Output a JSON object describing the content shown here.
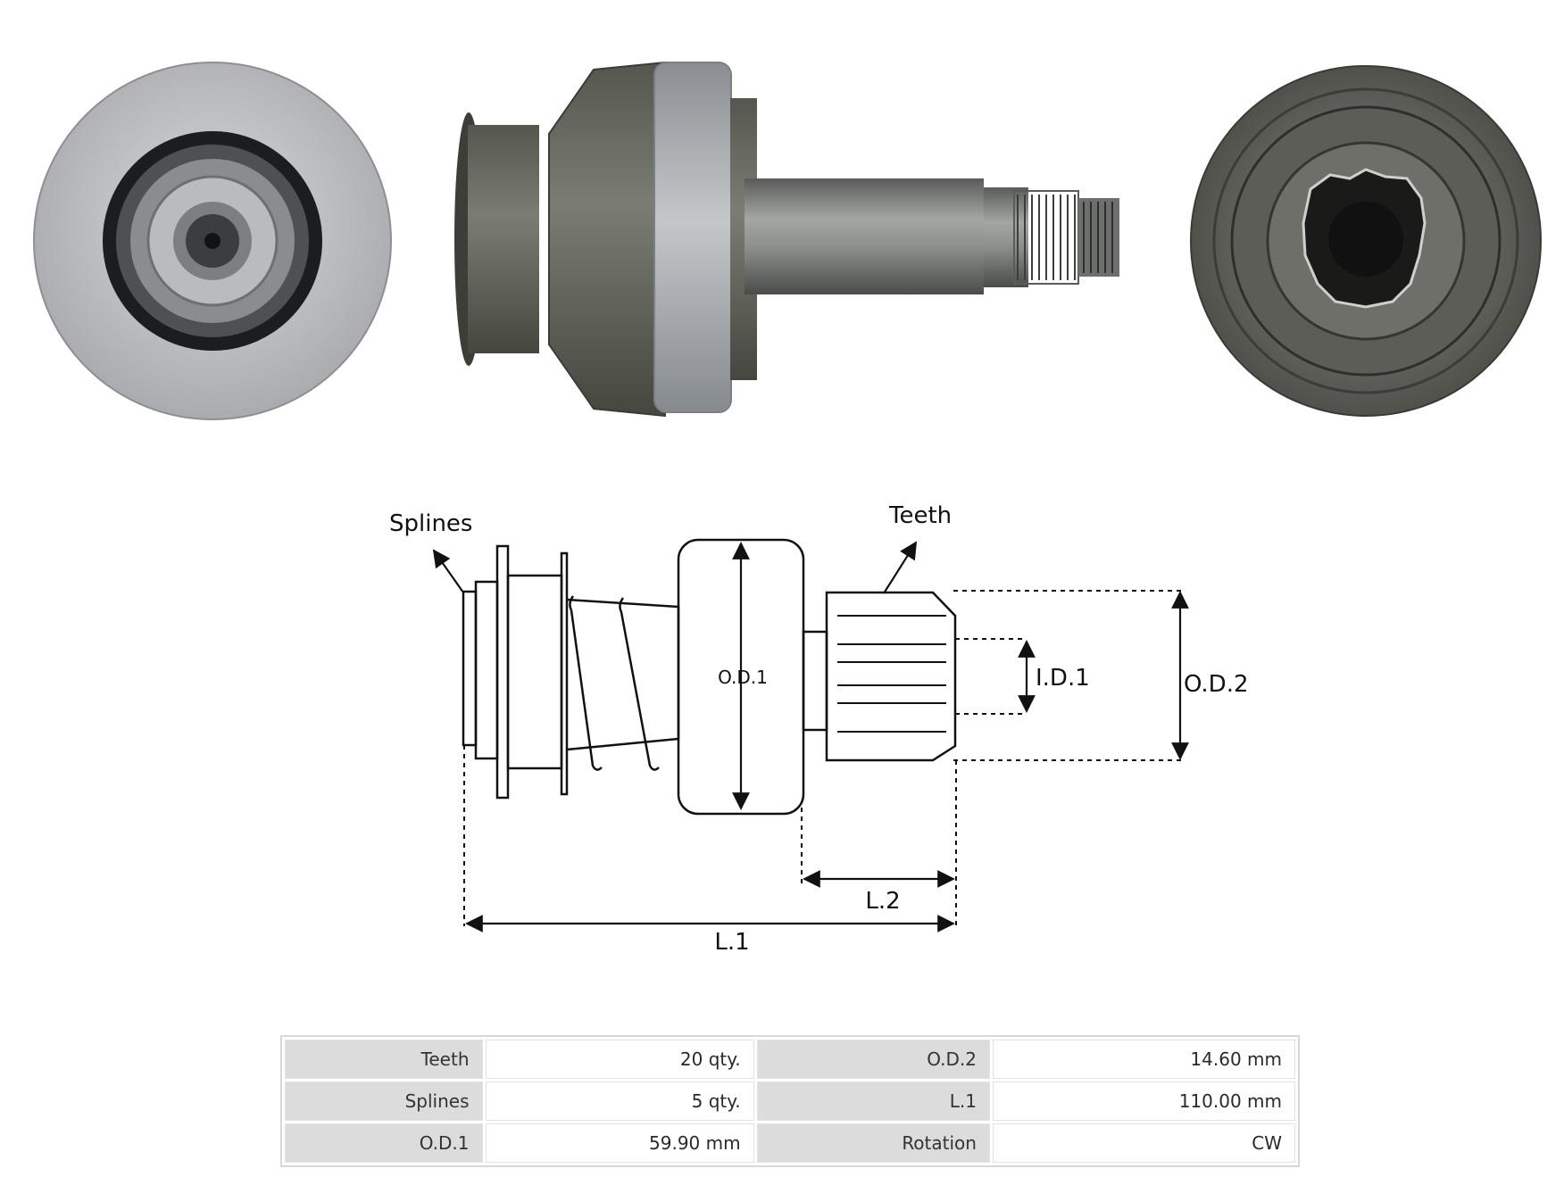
{
  "diagram": {
    "labels": {
      "splines": "Splines",
      "teeth": "Teeth",
      "od1": "O.D.1",
      "id1": "I.D.1",
      "od2": "O.D.2",
      "l2": "L.2",
      "l1": "L.1"
    }
  },
  "photos": {
    "views": [
      "front-view",
      "side-view",
      "pinion-end-view"
    ]
  },
  "specs": {
    "rows": [
      {
        "label_a": "Teeth",
        "value_a": "20 qty.",
        "label_b": "O.D.2",
        "value_b": "14.60 mm"
      },
      {
        "label_a": "Splines",
        "value_a": "5 qty.",
        "label_b": "L.1",
        "value_b": "110.00 mm"
      },
      {
        "label_a": "O.D.1",
        "value_a": "59.90 mm",
        "label_b": "Rotation",
        "value_b": "CW"
      }
    ]
  }
}
